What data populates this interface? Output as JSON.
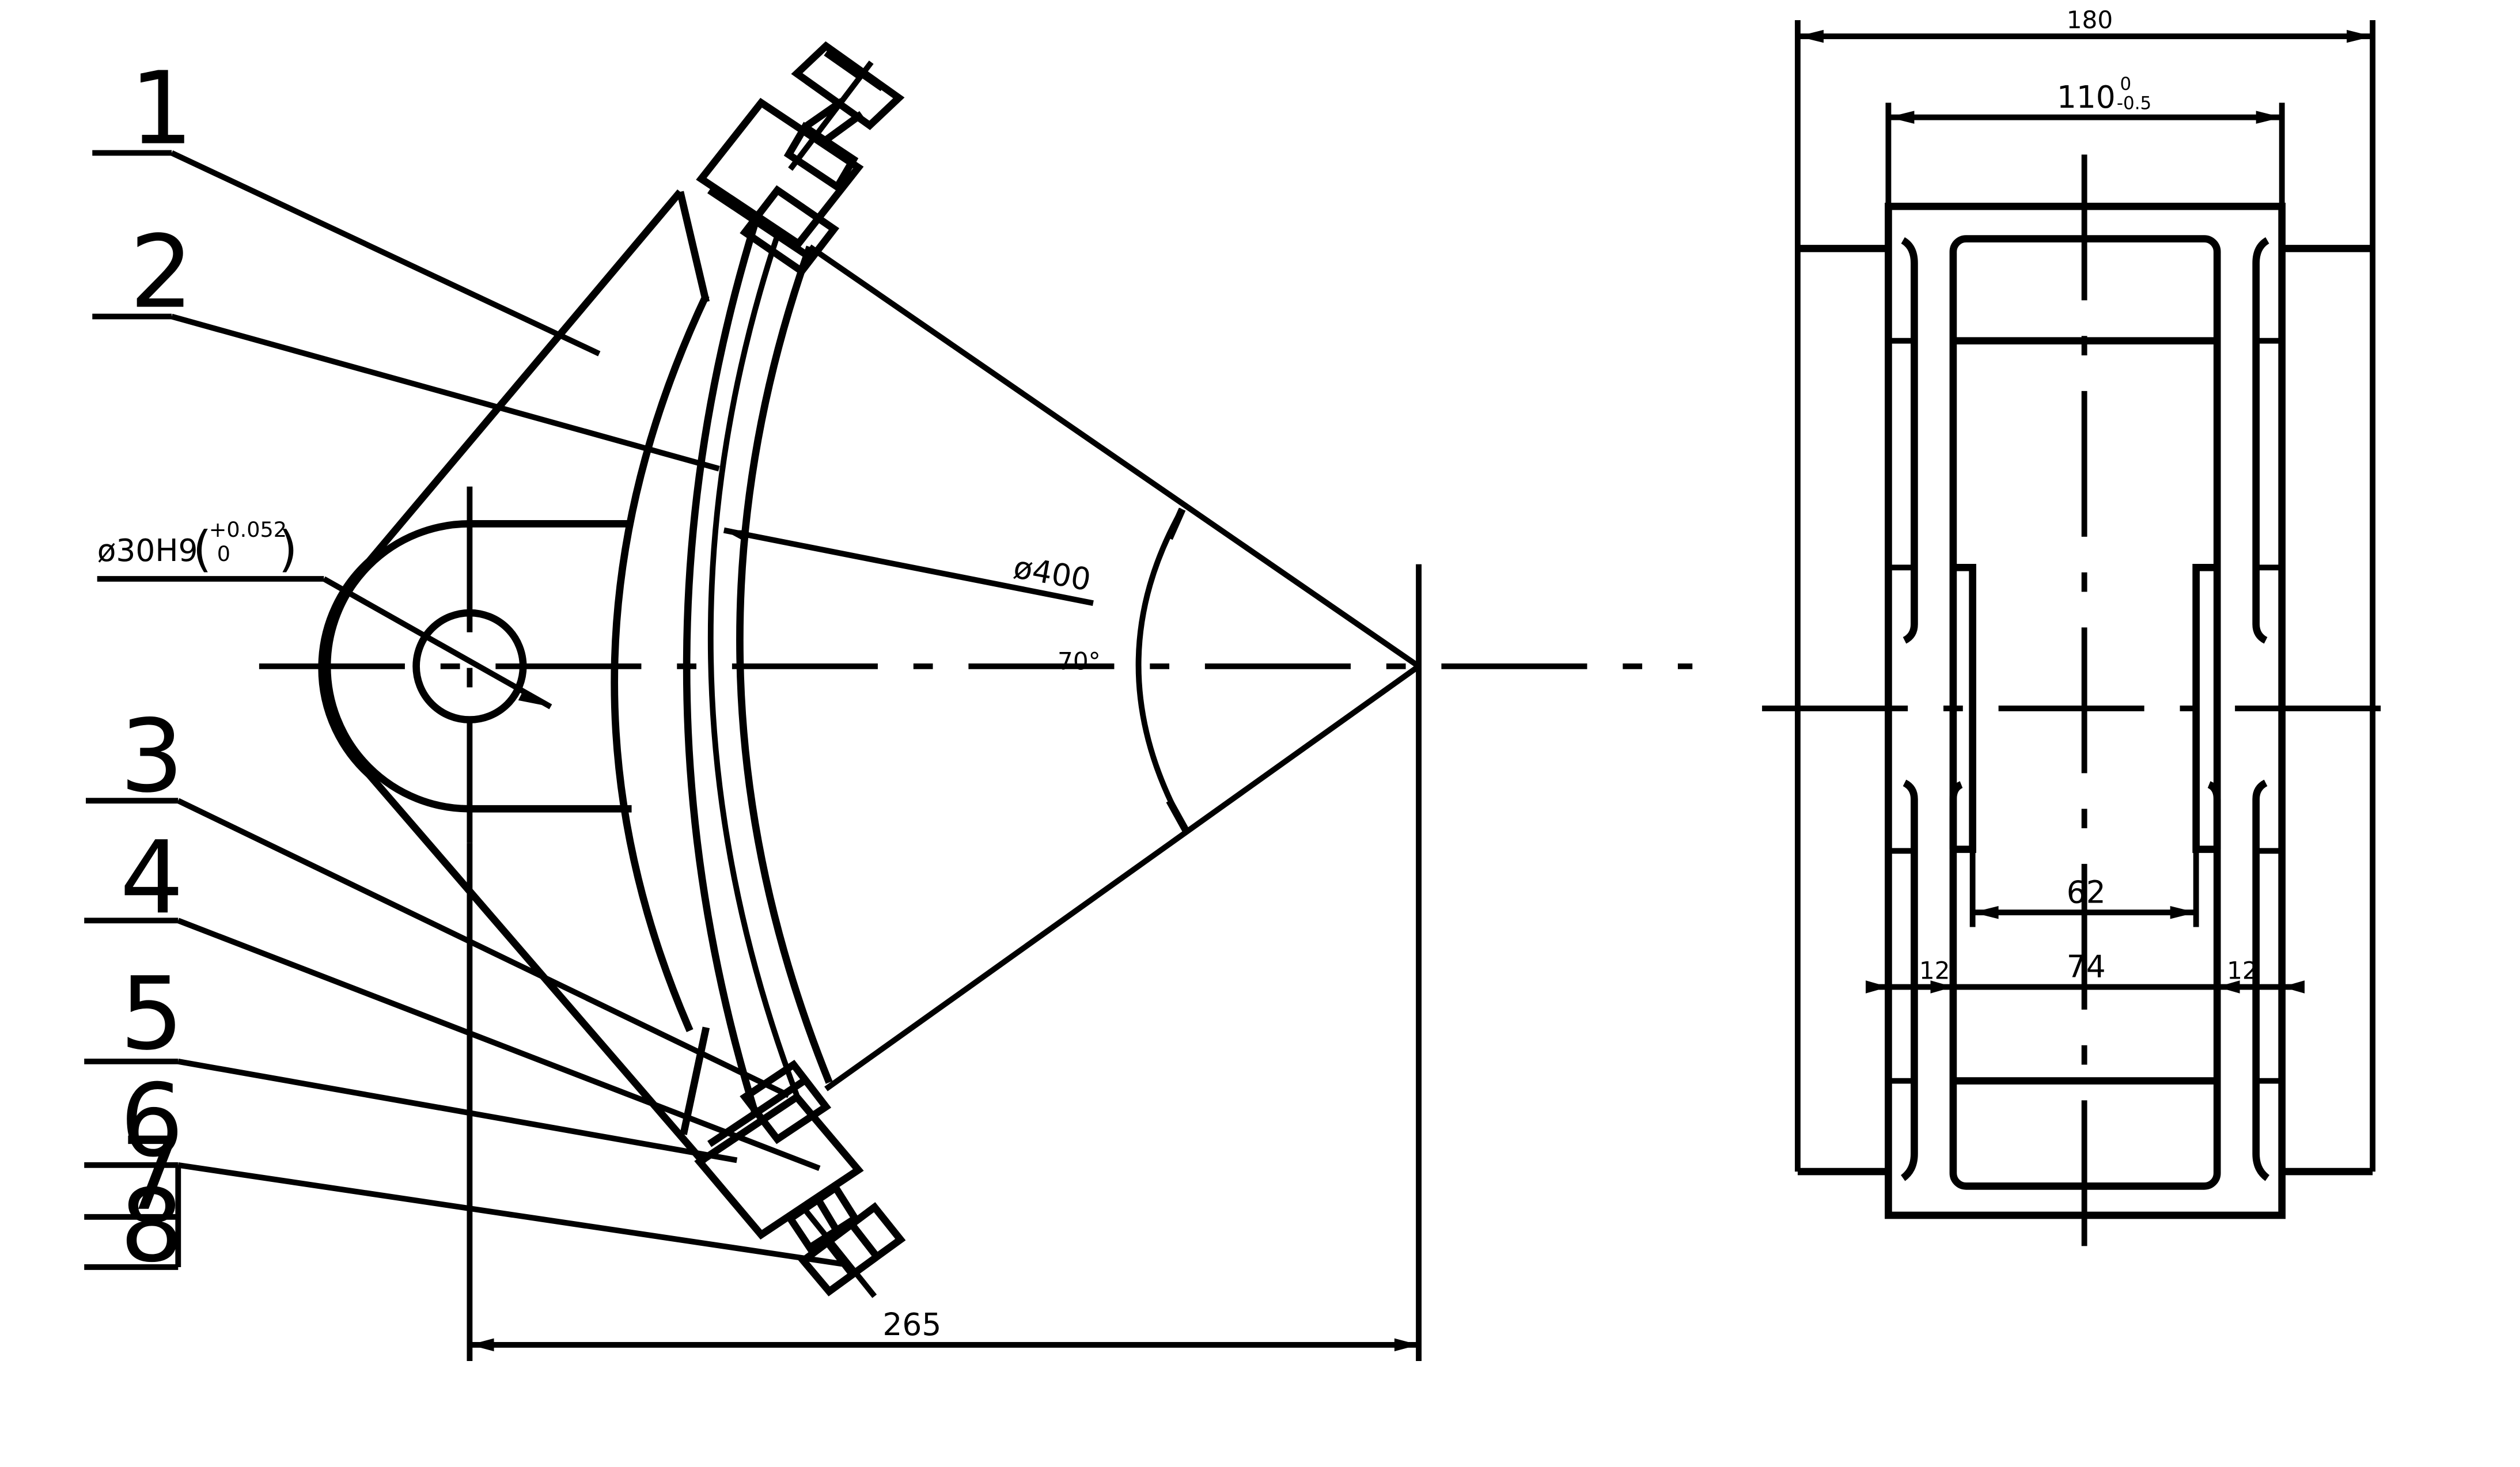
{
  "part_labels": [
    "1",
    "2",
    "3",
    "4",
    "5",
    "6",
    "7",
    "8"
  ],
  "dimensions": {
    "bore": {
      "prefix": "ø30H9",
      "upper": "+0.052",
      "lower": "0"
    },
    "arc_diameter": "ø400",
    "angle": "70°",
    "length": "265",
    "width_overall": "180",
    "width_inner": {
      "base": "110",
      "upper": "0",
      "lower": "-0.5"
    },
    "slot_inner": "62",
    "slot_outer": "74",
    "wall_left": "12",
    "wall_right": "12"
  },
  "colors": {
    "line": "#000000",
    "background": "#ffffff"
  }
}
